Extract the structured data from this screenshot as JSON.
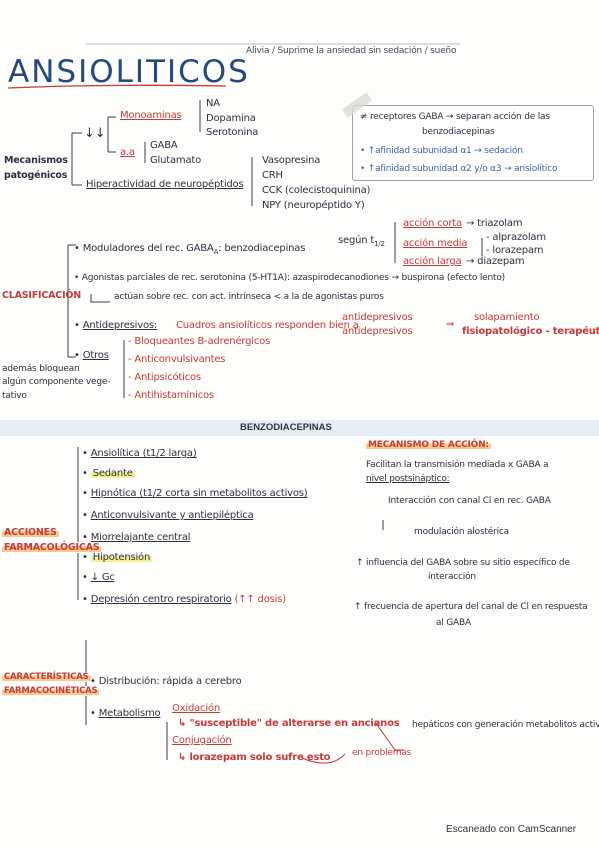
{
  "header": {
    "title": "ANSIOLITICOS",
    "subtitle": "Alivia / Suprime la ansiedad sin sedación / sueño"
  },
  "mecanismos": {
    "label_line1": "Mecanismos",
    "label_line2": "patogénicos",
    "down_arrows": "↓↓",
    "monoaminas": "Monoaminas",
    "monoaminas_items": [
      "NA",
      "Dopamina",
      "Serotonina"
    ],
    "aa": "a.a",
    "aa_items": [
      "GABA",
      "Glutamato"
    ],
    "hiperactividad": "Hiperactividad de neuropéptidos",
    "neuropeptidos": [
      "Vasopresina",
      "CRH",
      "CCK (colecistoquinina)",
      "NPY (neuropéptido Y)"
    ],
    "box_lines": [
      "≠ receptores GABA → separan acción de las",
      "benzodiacepinas",
      "• ↑afinidad subunidad α1 → sedación",
      "• ↑afinidad subunidad α2 y/o α3 → ansiolítico"
    ]
  },
  "clasificacion": {
    "label": "CLASIFICACIÓN",
    "moduladores": "Moduladores del rec. GABA",
    "moduladores_sub": "A",
    "benzo": ": benzodiacepinas",
    "segun": "según t",
    "segun_sub": "1/2",
    "accion_items": [
      "acción corta",
      "acción media",
      "acción larga"
    ],
    "accion_drugs": [
      "triazolam",
      "diazepam"
    ],
    "media_drugs": [
      "alprazolam",
      "lorazepam"
    ],
    "agonistas": "Agonistas parciales de rec. serotonina (5-HT1A): azaspirodecanodiones → buspirona (efecto lento)",
    "agonistas_note": "actúan sobre rec. con act. intrínseca < a la de agonistas puros",
    "antidepresivos": "Antidepresivos:",
    "cuadros": "Cuadros ansiolíticos responden bien a",
    "antidep_items": [
      "antidepresivos",
      "antidepresivos"
    ],
    "solapamiento": "solapamiento",
    "fisio": "fisiopatológico - terapéutico",
    "otros": "Otros",
    "otros_items": [
      "Bloqueantes B-adrenérgicos",
      "Anticonvulsivantes",
      "Antipsicóticos",
      "Antihistamínicos"
    ],
    "side_note": [
      "además bloquean",
      "algún componente vege-",
      "tativo"
    ]
  },
  "benzo_section": {
    "heading": "BENZODIACEPINAS",
    "acciones_label": [
      "ACCIONES",
      "FARMACOLÓGICAS"
    ],
    "acciones": [
      "Ansiolítica (t1/2 larga)",
      "Sedante",
      "Hipnótica (t1/2 corta sin metabolitos activos)",
      "Anticonvulsivante y antiepiléptica",
      "Miorrelajante central",
      "Hipotensión",
      "↓ Gc",
      "Depresión centro respiratorio"
    ],
    "dosis": "(↑↑ dosis)",
    "mecanismo_heading": "MECANISMO DE ACCIÓN:",
    "mecanismo_lines": [
      "Facilitan la transmisión mediada x GABA a",
      "nivel postsináptico:",
      "Interacción con canal Cl en rec. GABA",
      "modulación alostérica",
      "↑ influencia del GABA sobre su sitio específico de",
      "interacción",
      "↑ frecuencia de apertura del canal de Cl en respuesta",
      "al GABA"
    ]
  },
  "farmaco": {
    "label": [
      "CARACTERÍSTICAS",
      "FARMACOCINÉTICAS"
    ],
    "distribucion": "Distribución: rápida a cerebro",
    "metabolismo": "Metabolismo",
    "oxidacion": "Oxidación",
    "oxidacion_note": "\"susceptible\" de alterarse en ancianos",
    "conjugacion": "Conjugación",
    "conjugacion_note": "lorazepam solo sufre esto",
    "hepaticos": "hepáticos con generación metabolitos activos",
    "problemas": "en problemas"
  },
  "footer": "Escaneado con CamScanner",
  "colors": {
    "title_blue": "#234a7c",
    "red_ink": "#c63a3a",
    "highlight_orange": "#f7c98a",
    "highlight_yellow": "#f5ee94",
    "band_blue": "#dfeaf3"
  }
}
